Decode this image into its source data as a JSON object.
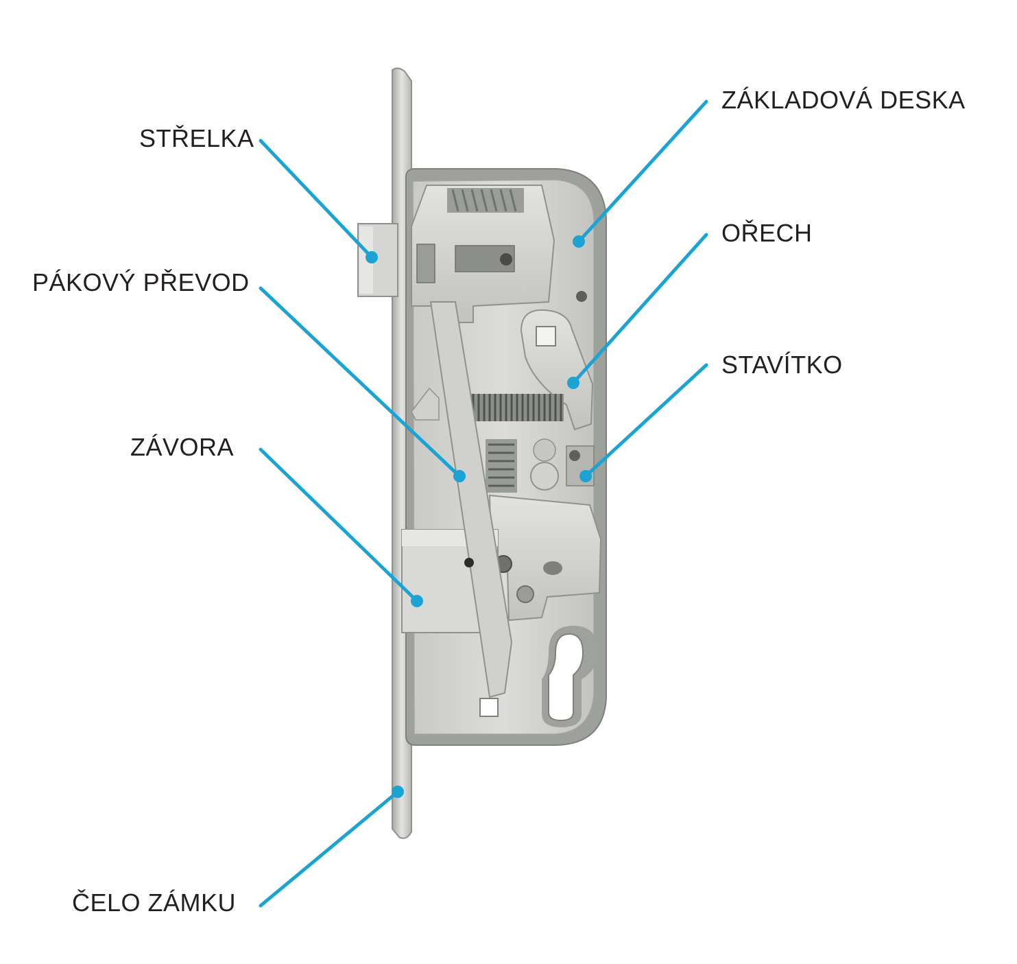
{
  "labels": {
    "strelka": "STŘELKA",
    "pakovy_prevod": "PÁKOVÝ PŘEVOD",
    "zavora": "ZÁVORA",
    "celo_zamku": "ČELO ZÁMKU",
    "zakladova_deska": "ZÁKLADOVÁ DESKA",
    "orech": "OŘECH",
    "stavitko": "STAVÍTKO"
  },
  "colors": {
    "leader": "#1ba3d4",
    "text": "#231f20",
    "metal_light": "#d9d9d7",
    "metal_mid": "#b7b8b4",
    "metal_dark": "#8f918c",
    "background": "#ffffff"
  },
  "icons": {
    "leader_endpoint": "dot",
    "spring": "coil-spring"
  }
}
